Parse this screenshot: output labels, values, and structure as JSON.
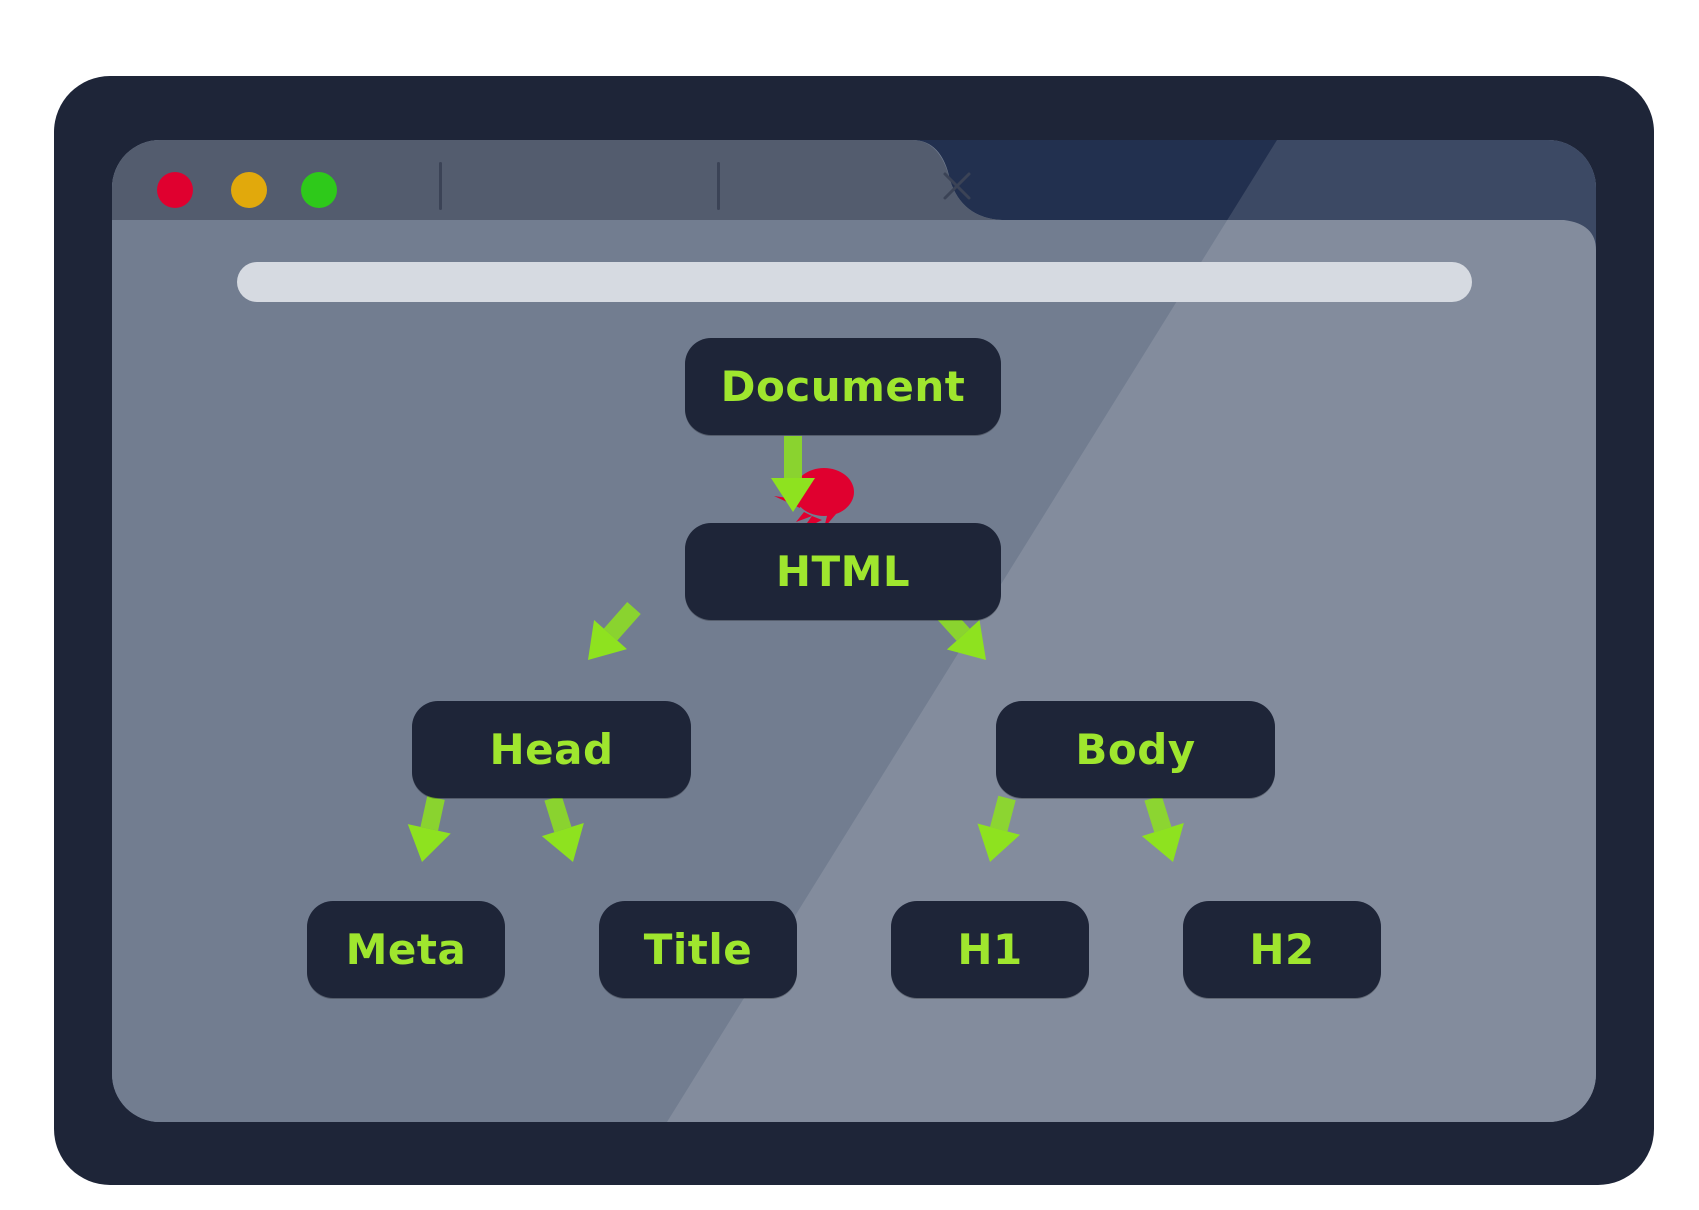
{
  "window": {
    "traffic_lights": [
      "#e0002f",
      "#e1a90c",
      "#2ec91a"
    ],
    "close_icon": "close-icon"
  },
  "colors": {
    "frame": "#1e2538",
    "node_bg": "#1e2538",
    "node_text": "#9fe62e",
    "arrow": "#8ee21f",
    "viewport": "#727d90",
    "address_bar": "#d6dae1",
    "bug": "#e0002f"
  },
  "tree": {
    "root": "Document",
    "html": "HTML",
    "head": "Head",
    "body": "Body",
    "meta": "Meta",
    "title": "Title",
    "h1": "H1",
    "h2": "H2"
  },
  "edges": [
    [
      "Document",
      "HTML"
    ],
    [
      "HTML",
      "Head"
    ],
    [
      "HTML",
      "Body"
    ],
    [
      "Head",
      "Meta"
    ],
    [
      "Head",
      "Title"
    ],
    [
      "Body",
      "H1"
    ],
    [
      "Body",
      "H2"
    ]
  ]
}
